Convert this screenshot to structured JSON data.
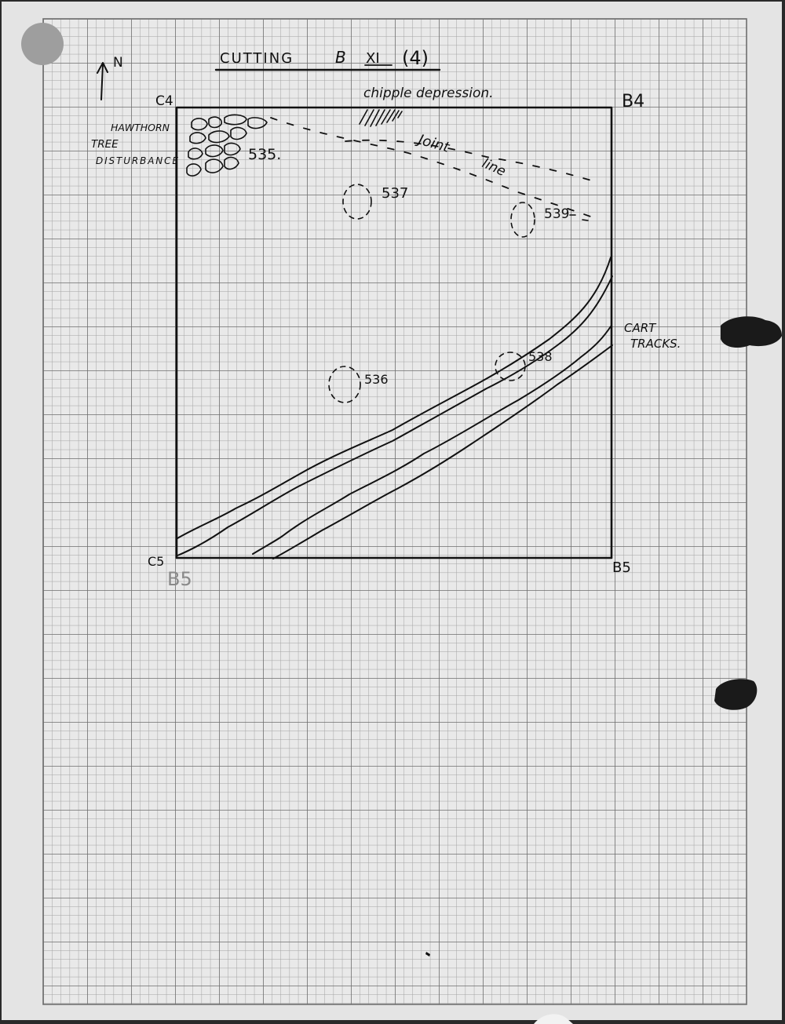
{
  "title": "CUTTING  B  XI  (4)",
  "title_parts": {
    "cutting": "CUTTING",
    "site": "B",
    "section": "XI",
    "sheet": "(4)"
  },
  "north_label": "N",
  "corners": {
    "top_left": "C4",
    "top_right": "B4",
    "bottom_left": "C5",
    "bottom_left_pencil": "B5",
    "bottom_right": "B5"
  },
  "annotations": {
    "chipple_depression": "chipple depression.",
    "joint_line_1": "Joint",
    "joint_line_2": "line",
    "hawthorn_1": "HAWTHORN",
    "hawthorn_2": "TREE",
    "hawthorn_3": "DISTURBANCE",
    "cart_tracks_1": "CART",
    "cart_tracks_2": "TRACKS."
  },
  "features": [
    {
      "id": "535",
      "label": "535.",
      "type": "stone cluster"
    },
    {
      "id": "536",
      "label": "536",
      "type": "posthole"
    },
    {
      "id": "537",
      "label": "537",
      "type": "posthole"
    },
    {
      "id": "538",
      "label": "538",
      "type": "posthole"
    },
    {
      "id": "539",
      "label": "539",
      "type": "posthole"
    }
  ],
  "colors": {
    "paper": "#e4e4e4",
    "grid_minor": "#9a9a9a",
    "grid_major": "#6e6e6e",
    "ink": "#111111",
    "punch_hole": "#9e9e9e",
    "border": "#2a2a2a"
  }
}
